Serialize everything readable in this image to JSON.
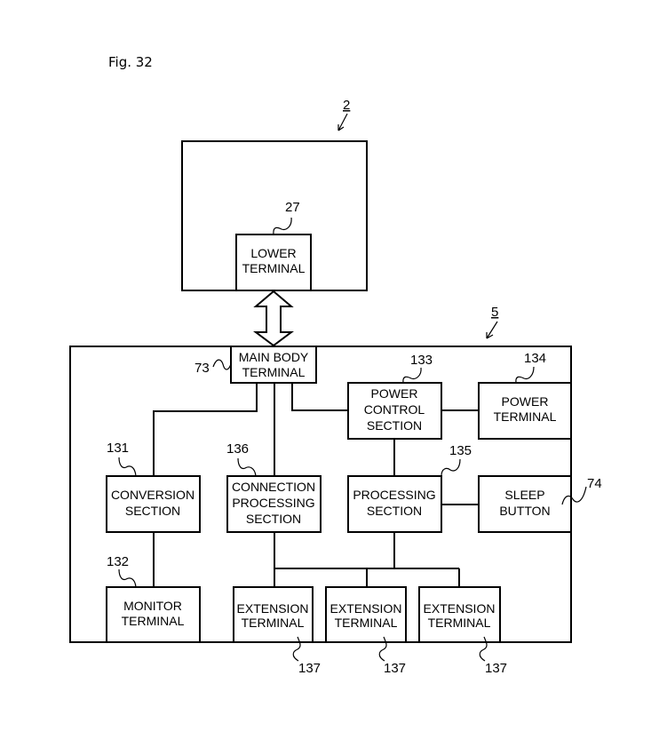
{
  "figure": {
    "title": "Fig. 32"
  },
  "devices": {
    "upper": {
      "ref": "2"
    },
    "lower": {
      "ref": "5"
    }
  },
  "blocks": {
    "lower_terminal": {
      "lines": [
        "LOWER",
        "TERMINAL"
      ],
      "ref": "27"
    },
    "main_body_terminal": {
      "lines": [
        "MAIN BODY",
        "TERMINAL"
      ],
      "ref": "73"
    },
    "power_control_section": {
      "lines": [
        "POWER",
        "CONTROL",
        "SECTION"
      ],
      "ref": "133"
    },
    "power_terminal": {
      "lines": [
        "POWER",
        "TERMINAL"
      ],
      "ref": "134"
    },
    "conversion_section": {
      "lines": [
        "CONVERSION",
        "SECTION"
      ],
      "ref": "131"
    },
    "connection_processing_section": {
      "lines": [
        "CONNECTION",
        "PROCESSING",
        "SECTION"
      ],
      "ref": "136"
    },
    "processing_section": {
      "lines": [
        "PROCESSING",
        "SECTION"
      ],
      "ref": "135"
    },
    "sleep_button": {
      "lines": [
        "SLEEP",
        "BUTTON"
      ],
      "ref": "74"
    },
    "monitor_terminal": {
      "lines": [
        "MONITOR",
        "TERMINAL"
      ],
      "ref": "132"
    },
    "extension_terminal_1": {
      "lines": [
        "EXTENSION",
        "TERMINAL"
      ],
      "ref": "137"
    },
    "extension_terminal_2": {
      "lines": [
        "EXTENSION",
        "TERMINAL"
      ],
      "ref": "137"
    },
    "extension_terminal_3": {
      "lines": [
        "EXTENSION",
        "TERMINAL"
      ],
      "ref": "137"
    }
  }
}
